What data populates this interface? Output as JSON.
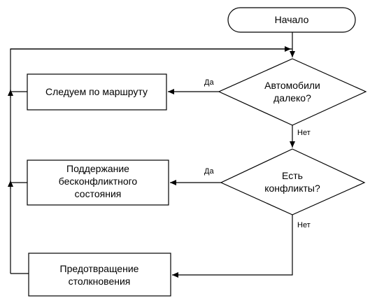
{
  "nodes": {
    "start": {
      "label": "Начало"
    },
    "decision1": {
      "line1": "Автомобили",
      "line2": "далеко?"
    },
    "decision2": {
      "line1": "Есть",
      "line2": "конфликты?"
    },
    "action1": {
      "label": "Следуем по маршруту"
    },
    "action2": {
      "line1": "Поддержание",
      "line2": "бесконфликтного",
      "line3": "состояния"
    },
    "action3": {
      "line1": "Предотвращение",
      "line2": "столкновения"
    }
  },
  "edges": {
    "d1_yes": "Да",
    "d1_no": "Нет",
    "d2_yes": "Да",
    "d2_no": "Нет"
  }
}
